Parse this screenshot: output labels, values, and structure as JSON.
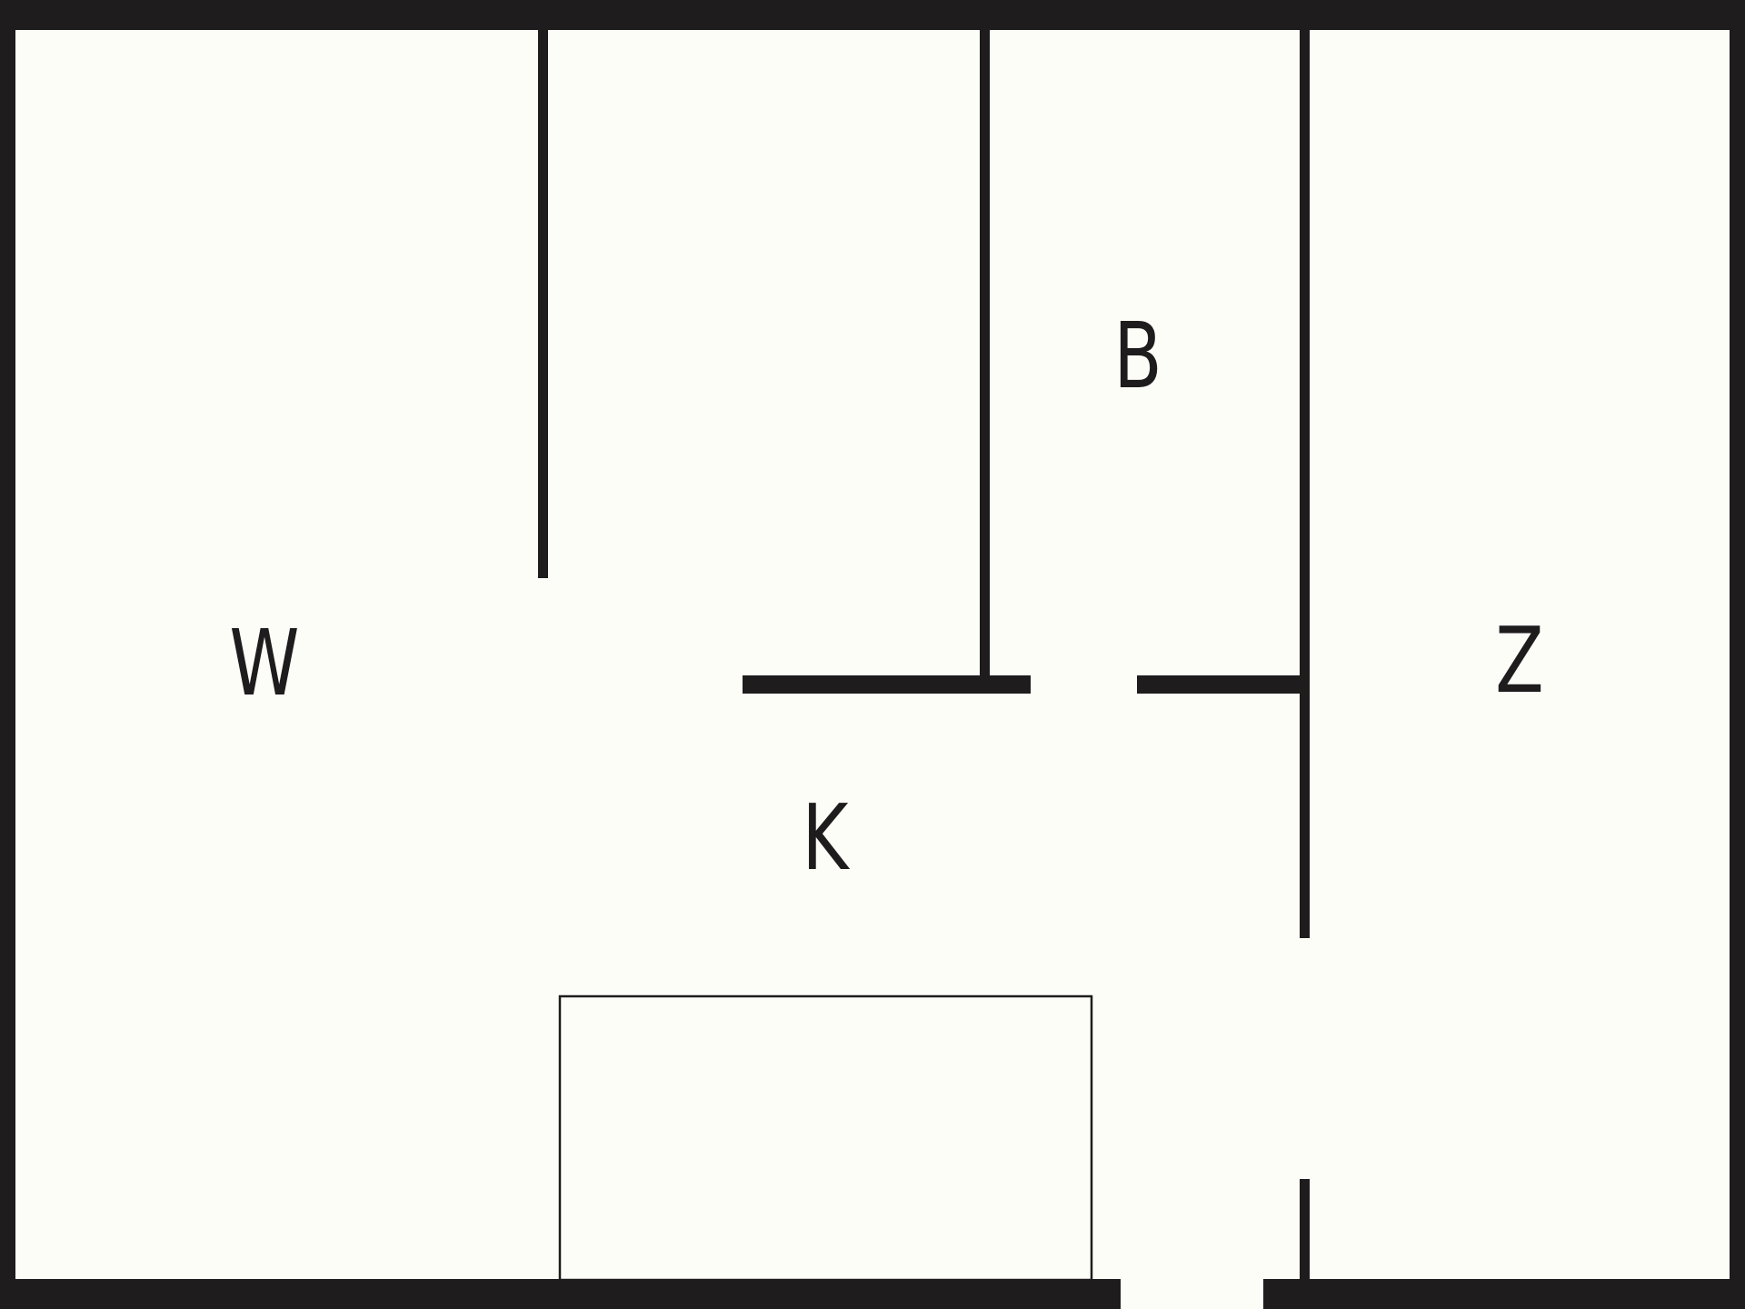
{
  "rooms": [
    {
      "id": "w",
      "label": "W"
    },
    {
      "id": "b",
      "label": "B"
    },
    {
      "id": "z",
      "label": "Z"
    },
    {
      "id": "k",
      "label": "K"
    }
  ],
  "colors": {
    "wall": "#1e1c1d",
    "floor": "#fdfdf8"
  }
}
